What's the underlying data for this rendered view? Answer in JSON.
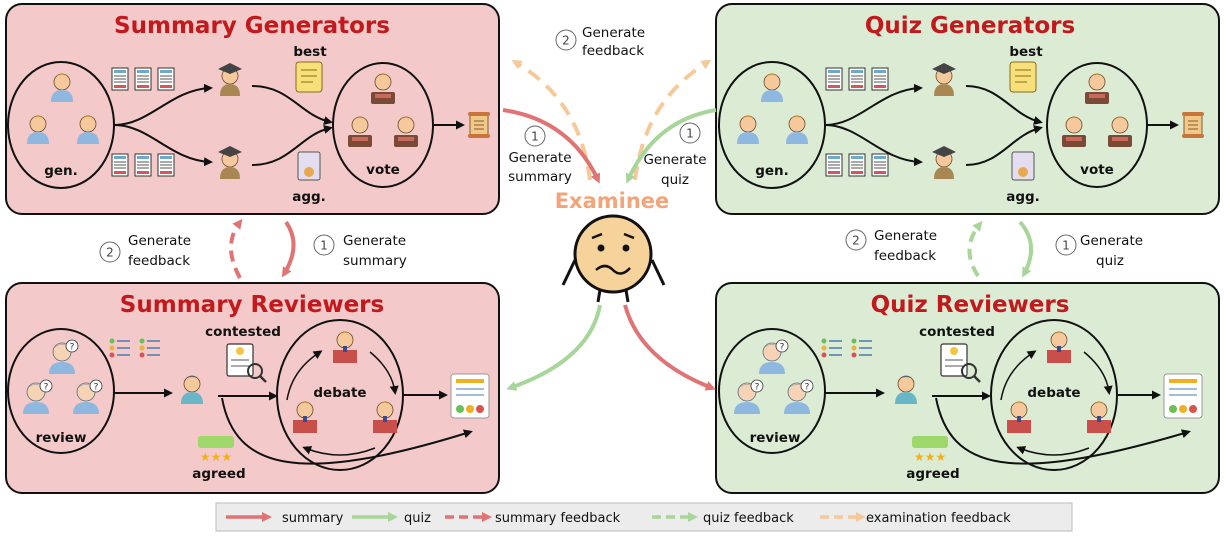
{
  "panels": {
    "summary_generators": {
      "title": "Summary Generators",
      "gen": "gen.",
      "best": "best",
      "agg": "agg.",
      "vote": "vote"
    },
    "quiz_generators": {
      "title": "Quiz Generators",
      "gen": "gen.",
      "best": "best",
      "agg": "agg.",
      "vote": "vote"
    },
    "summary_reviewers": {
      "title": "Summary Reviewers",
      "review": "review",
      "contested": "contested",
      "debate": "debate",
      "agreed": "agreed"
    },
    "quiz_reviewers": {
      "title": "Quiz Reviewers",
      "review": "review",
      "contested": "contested",
      "debate": "debate",
      "agreed": "agreed"
    }
  },
  "examinee": {
    "label": "Examinee"
  },
  "flows": {
    "top_feedback": {
      "num": "2",
      "line1": "Generate",
      "line2": "feedback"
    },
    "gen_summary": {
      "num": "1",
      "line1": "Generate",
      "line2": "summary"
    },
    "gen_quiz": {
      "num": "1",
      "line1": "Generate",
      "line2": "quiz"
    },
    "left_feedback": {
      "num": "2",
      "line1": "Generate",
      "line2": "feedback"
    },
    "left_summary": {
      "num": "1",
      "line1": "Generate",
      "line2": "summary"
    },
    "right_feedback": {
      "num": "2",
      "line1": "Generate",
      "line2": "feedback"
    },
    "right_quiz": {
      "num": "1",
      "line1": "Generate",
      "line2": "quiz"
    }
  },
  "legend": {
    "summary": "summary",
    "quiz": "quiz",
    "summary_feedback": "summary feedback",
    "quiz_feedback": "quiz feedback",
    "examination_feedback": "examination feedback"
  },
  "colors": {
    "red_arrow": "#e07373",
    "green_arrow": "#a8d59a",
    "orange_arrow": "#f5c99a",
    "red_panel": "#f3c9c9",
    "green_panel": "#dcebd4",
    "title_red": "#c2191c"
  }
}
